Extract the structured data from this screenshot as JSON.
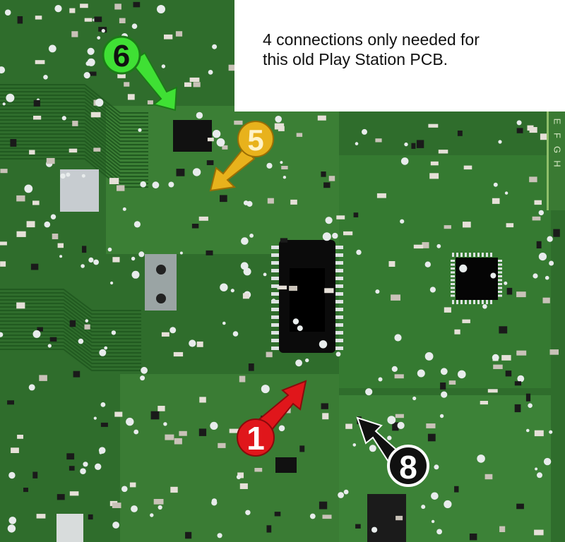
{
  "note": {
    "line1": "4 connections only needed for",
    "line2": "this old Play Station PCB."
  },
  "side_letters": [
    "E",
    "F",
    "G",
    "H"
  ],
  "markers": [
    {
      "id": "marker-6",
      "label": "6",
      "color": "#3fe034"
    },
    {
      "id": "marker-5",
      "label": "5",
      "color": "#e8b21c"
    },
    {
      "id": "marker-1",
      "label": "1",
      "color": "#e0161b"
    },
    {
      "id": "marker-8",
      "label": "8",
      "color": "#111111"
    }
  ],
  "colors": {
    "board": "#2f6d2c",
    "trace": "#3e8a37",
    "pad": "#e8ecec",
    "chip": "#0b0b0b",
    "note_bg": "#ffffff"
  }
}
